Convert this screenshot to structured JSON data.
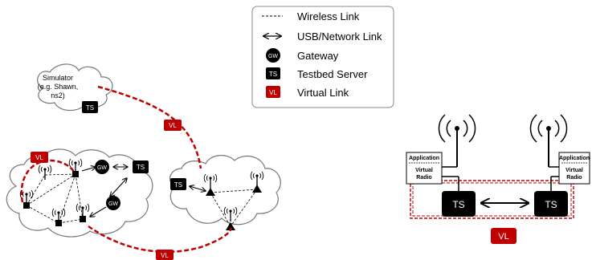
{
  "legend": {
    "items": [
      {
        "icon": "dashed-line",
        "label": "Wireless Link"
      },
      {
        "icon": "double-arrow",
        "label": "USB/Network Link"
      },
      {
        "icon": "gateway-circle",
        "label": "Gateway",
        "glyph": "GW"
      },
      {
        "icon": "testbed-server-square",
        "label": "Testbed Server",
        "glyph": "TS"
      },
      {
        "icon": "virtual-link-square",
        "label": "Virtual Link",
        "glyph": "VL"
      }
    ]
  },
  "simulator": {
    "line1": "Simulator",
    "line2": "(e.g. Shawn,",
    "line3": "ns2)",
    "server": "TS"
  },
  "left_cloud": {
    "gateway_top": "GW",
    "gateway_bottom": "GW",
    "server": "TS"
  },
  "middle_cloud": {
    "server": "TS"
  },
  "virtual_links": {
    "left": "VL",
    "upper": "VL",
    "lower": "VL"
  },
  "right_setup": {
    "left_node": {
      "app": "Application",
      "radio_line1": "Virtual",
      "radio_line2": "Radio",
      "server": "TS"
    },
    "right_node": {
      "app": "Application",
      "radio_line1": "Virtual",
      "radio_line2": "Radio",
      "server": "TS"
    },
    "virtual_link": "VL"
  },
  "colors": {
    "virtual_link": "#c00000",
    "server": "#000000",
    "outline": "#555555"
  }
}
